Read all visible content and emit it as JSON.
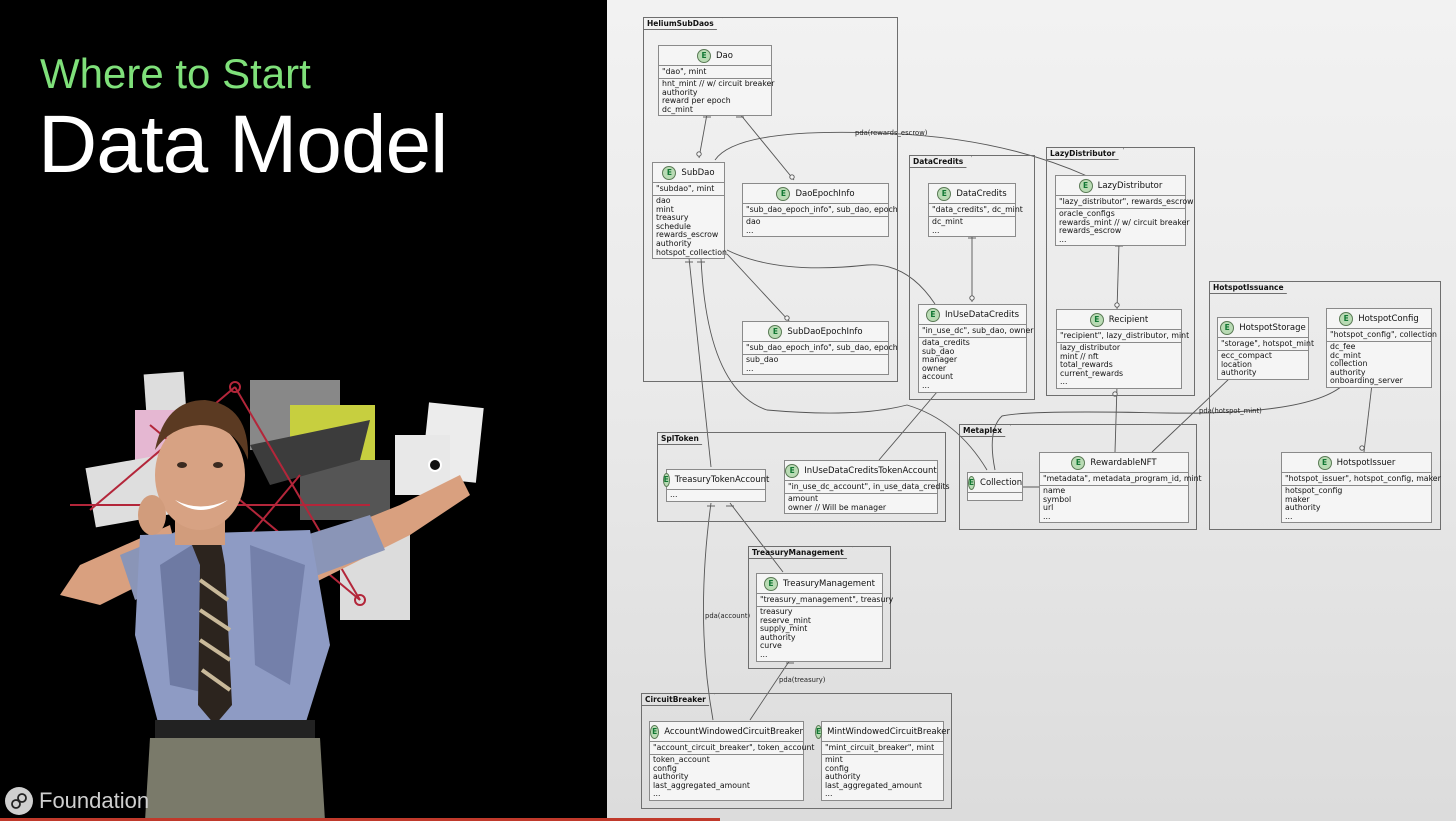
{
  "slide": {
    "subtitle": "Where to Start",
    "title": "Data Model",
    "brand": "Foundation",
    "colors": {
      "subtitle": "#7fe07a",
      "title": "#ffffff",
      "background": "#000000"
    }
  },
  "diagram": {
    "packages": {
      "helium": "HeliumSubDaos",
      "datacredits": "DataCredits",
      "lazy": "LazyDistributor",
      "hotspot": "HotspotIssuance",
      "spl": "SplToken",
      "metaplex": "Metaplex",
      "treasury": "TreasuryManagement",
      "circuit": "CircuitBreaker"
    },
    "entities": {
      "dao": {
        "name": "Dao",
        "key": "\"dao\", mint",
        "fields": [
          "hnt_mint // w/ circuit breaker",
          "authority",
          "reward per epoch",
          "dc_mint"
        ]
      },
      "subdao": {
        "name": "SubDao",
        "key": "\"subdao\", mint",
        "fields": [
          "dao",
          "mint",
          "treasury",
          "schedule",
          "rewards_escrow",
          "authority",
          "hotspot_collection"
        ]
      },
      "daoepoch": {
        "name": "DaoEpochInfo",
        "key": "\"sub_dao_epoch_info\", sub_dao, epoch",
        "fields": [
          "dao",
          "..."
        ]
      },
      "subdaoepoch": {
        "name": "SubDaoEpochInfo",
        "key": "\"sub_dao_epoch_info\", sub_dao, epoch",
        "fields": [
          "sub_dao",
          "..."
        ]
      },
      "datacredits": {
        "name": "DataCredits",
        "key": "\"data_credits\", dc_mint",
        "fields": [
          "dc_mint",
          "..."
        ]
      },
      "inusedc": {
        "name": "InUseDataCredits",
        "key": "\"in_use_dc\", sub_dao, owner",
        "fields": [
          "data_credits",
          "sub_dao",
          "manager",
          "owner",
          "account",
          "..."
        ]
      },
      "lazydist": {
        "name": "LazyDistributor",
        "key": "\"lazy_distributor\", rewards_escrow",
        "fields": [
          "oracle_configs",
          "rewards_mint // w/ circuit breaker",
          "rewards_escrow",
          "..."
        ]
      },
      "recipient": {
        "name": "Recipient",
        "key": "\"recipient\", lazy_distributor, mint",
        "fields": [
          "lazy_distributor",
          "mint // nft",
          "total_rewards",
          "current_rewards",
          "..."
        ]
      },
      "hotspotstorage": {
        "name": "HotspotStorage",
        "key": "\"storage\", hotspot_mint",
        "fields": [
          "ecc_compact",
          "location",
          "authority"
        ]
      },
      "hotspotconfig": {
        "name": "HotspotConfig",
        "key": "\"hotspot_config\", collection",
        "fields": [
          "dc_fee",
          "dc_mint",
          "collection",
          "authority",
          "onboarding_server"
        ]
      },
      "hotspotissuer": {
        "name": "HotspotIssuer",
        "key": "\"hotspot_issuer\", hotspot_config, maker",
        "fields": [
          "hotspot_config",
          "maker",
          "authority",
          "..."
        ]
      },
      "treasurytoken": {
        "name": "TreasuryTokenAccount",
        "key": "",
        "fields": [
          "..."
        ]
      },
      "inusedctoken": {
        "name": "InUseDataCreditsTokenAccount",
        "key": "\"in_use_dc_account\", in_use_data_credits",
        "fields": [
          "amount",
          "owner // Will be manager"
        ]
      },
      "collection": {
        "name": "Collection",
        "key": "",
        "fields": []
      },
      "rewardablenft": {
        "name": "RewardableNFT",
        "key": "\"metadata\", metadata_program_id, mint",
        "fields": [
          "name",
          "symbol",
          "url",
          "..."
        ]
      },
      "treasurymgmt": {
        "name": "TreasuryManagement",
        "key": "\"treasury_management\", treasury",
        "fields": [
          "treasury",
          "reserve_mint",
          "supply_mint",
          "authority",
          "curve",
          "..."
        ]
      },
      "accountcb": {
        "name": "AccountWindowedCircuitBreaker",
        "key": "\"account_circuit_breaker\", token_account",
        "fields": [
          "token_account",
          "config",
          "authority",
          "last_aggregated_amount",
          "..."
        ]
      },
      "mintcb": {
        "name": "MintWindowedCircuitBreaker",
        "key": "\"mint_circuit_breaker\", mint",
        "fields": [
          "mint",
          "config",
          "authority",
          "last_aggregated_amount",
          "..."
        ]
      }
    },
    "edge_labels": {
      "rewards_escrow": "pda(rewards_escrow)",
      "hotspot_mint": "pda(hotspot_mint)",
      "account": "pda(account)",
      "treasury": "pda(treasury)"
    },
    "icon_letter": "E"
  }
}
